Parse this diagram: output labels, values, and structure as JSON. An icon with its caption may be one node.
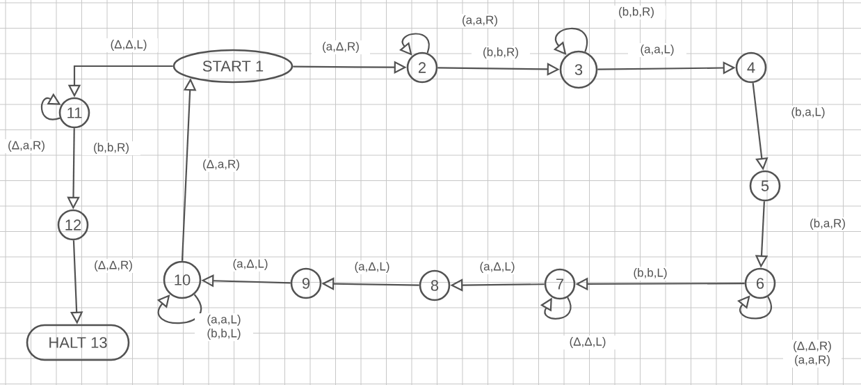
{
  "diagram": {
    "nodes": [
      {
        "text": [
          "START 1"
        ]
      },
      {
        "text": [
          "2"
        ]
      },
      {
        "text": [
          "3"
        ]
      },
      {
        "text": [
          "4"
        ]
      },
      {
        "text": [
          "5"
        ]
      },
      {
        "text": [
          "6"
        ]
      },
      {
        "text": [
          "7"
        ]
      },
      {
        "text": [
          "8"
        ]
      },
      {
        "text": [
          "9"
        ]
      },
      {
        "text": [
          "10"
        ]
      },
      {
        "text": [
          "11"
        ]
      },
      {
        "text": [
          "12"
        ]
      },
      {
        "text": [
          "HALT 13"
        ]
      }
    ],
    "edges": [
      {
        "from": 0,
        "to": 1,
        "arrow": "to",
        "label": "(a,Δ,R)"
      },
      {
        "from": 1,
        "to": 1,
        "arrow": "to",
        "label": "(a,a,R)"
      },
      {
        "from": 1,
        "to": 2,
        "arrow": "to",
        "label": "(b,b,R)"
      },
      {
        "from": 2,
        "to": 2,
        "arrow": "to",
        "label": "(b,b,R)"
      },
      {
        "from": 2,
        "to": 3,
        "arrow": "to",
        "label": "(a,a,L)"
      },
      {
        "from": 3,
        "to": 4,
        "arrow": "to",
        "label": "(b,a,L)"
      },
      {
        "from": 4,
        "to": 5,
        "arrow": "to",
        "label": "(b,a,R)"
      },
      {
        "from": 5,
        "to": 5,
        "arrow": "to",
        "label": "(Δ,Δ,R) (a,a,R)"
      },
      {
        "from": 5,
        "to": 6,
        "arrow": "to",
        "label": "(b,b,L)"
      },
      {
        "from": 6,
        "to": 6,
        "arrow": "to",
        "label": "(Δ,Δ,L)"
      },
      {
        "from": 6,
        "to": 7,
        "arrow": "to",
        "label": "(a,Δ,L)"
      },
      {
        "from": 7,
        "to": 8,
        "arrow": "to",
        "label": "(a,Δ,L)"
      },
      {
        "from": 8,
        "to": 9,
        "arrow": "to",
        "label": "(a,Δ,L)"
      },
      {
        "from": 9,
        "to": 9,
        "arrow": "to",
        "label": "(a,a,L) (b,b,L)"
      },
      {
        "from": 9,
        "to": 0,
        "arrow": "to",
        "label": "(Δ,a,R)"
      },
      {
        "from": 0,
        "to": 10,
        "arrow": "to",
        "label": "(Δ,Δ,L)"
      },
      {
        "from": 10,
        "to": 10,
        "arrow": "to",
        "label": "(Δ,a,R)"
      },
      {
        "from": 10,
        "to": 11,
        "arrow": "to",
        "label": "(b,b,R)"
      },
      {
        "from": 11,
        "to": 12,
        "arrow": "to",
        "label": "(Δ,Δ,R)"
      }
    ]
  }
}
